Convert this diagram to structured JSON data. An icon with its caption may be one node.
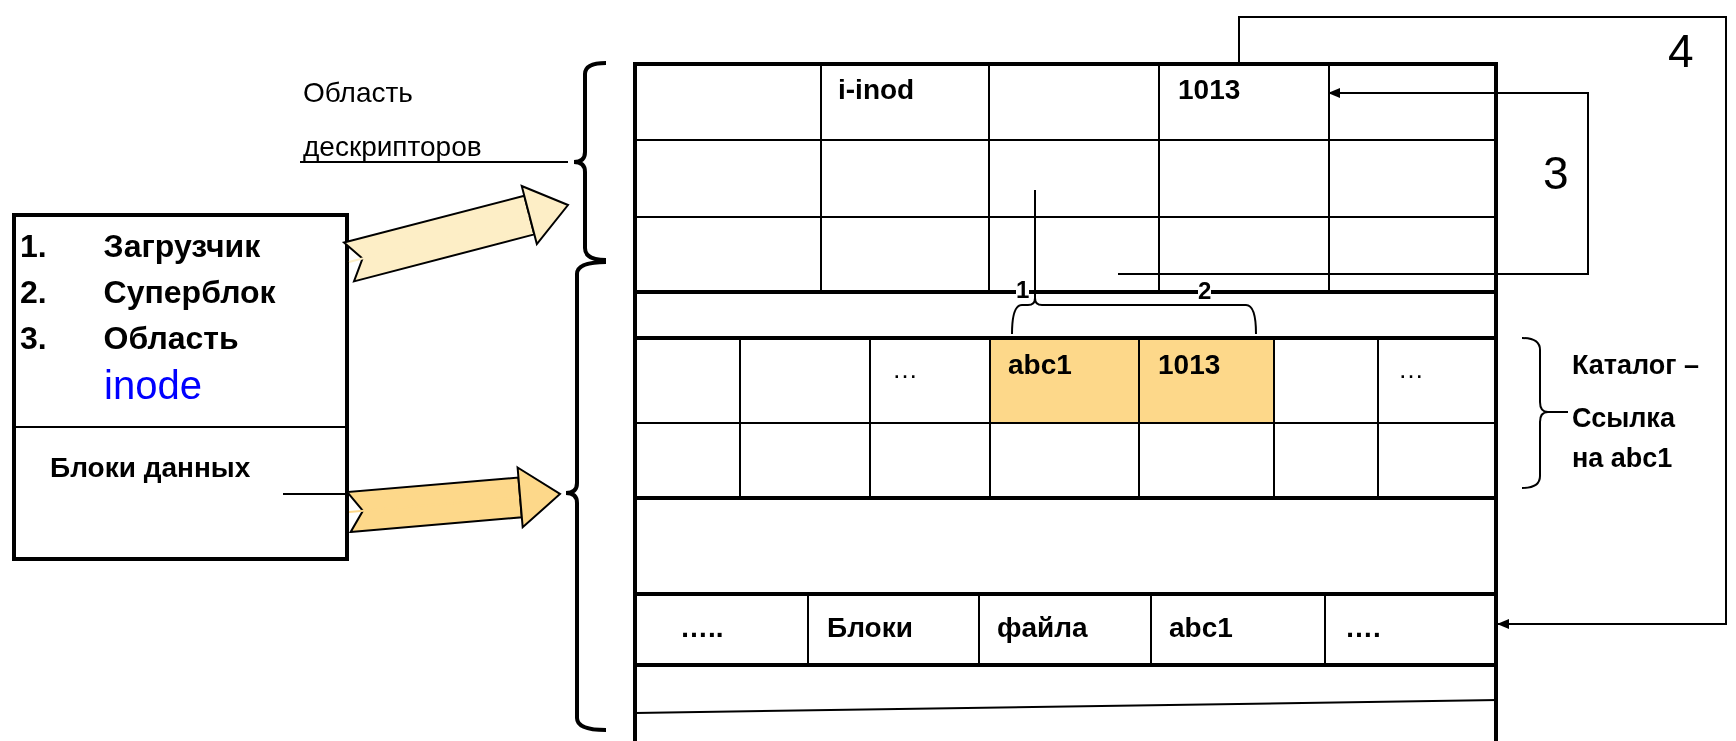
{
  "diagram": {
    "nodes": [
      {
        "text": [],
        "shape": "box"
      },
      {
        "text": [
          "1. Загрузчик",
          "2. Суперблок",
          "3. Область",
          "inode"
        ],
        "in": 0
      },
      {
        "text": [
          "Блоки данных"
        ],
        "in": 0
      },
      {
        "text": [
          "Область дескрипторов"
        ]
      },
      {
        "text": [],
        "shape": "brace"
      },
      {
        "text": [],
        "shape": "brace"
      },
      {
        "text": [],
        "shape": "box"
      },
      {
        "text": [],
        "shape": "box",
        "in": 6
      },
      {
        "text": [
          "i-inod"
        ],
        "in": 7
      },
      {
        "text": [
          "1013"
        ],
        "in": 7
      },
      {
        "text": [],
        "shape": "box",
        "in": 6,
        "beside": [
          "Каталог –",
          "Ссылка на abc1"
        ]
      },
      {
        "text": [
          "…"
        ],
        "in": 10
      },
      {
        "text": [
          "abc1"
        ],
        "in": 10
      },
      {
        "text": [
          "1013"
        ],
        "in": 10
      },
      {
        "text": [
          "…"
        ],
        "in": 10
      },
      {
        "text": [],
        "shape": "box",
        "in": 6
      },
      {
        "text": [
          "….."
        ],
        "in": 15
      },
      {
        "text": [
          "Блоки"
        ],
        "in": 15
      },
      {
        "text": [
          "файла"
        ],
        "in": 15
      },
      {
        "text": [
          "abc1"
        ],
        "in": 15
      },
      {
        "text": [
          "…."
        ],
        "in": 15
      }
    ],
    "edges": [
      {
        "from": 3,
        "to": 4,
        "arrow": "none"
      },
      {
        "from": 1,
        "to": 4,
        "arrow": "to",
        "color": "#fdeec6"
      },
      {
        "from": 2,
        "to": 5,
        "arrow": "to",
        "color": "#fdd88a"
      },
      {
        "from": null,
        "to": 9,
        "arrow": "to",
        "label": "3"
      },
      {
        "from": 9,
        "to": 15,
        "arrow": "to",
        "label": "4"
      }
    ],
    "labels": [
      "1",
      "2"
    ]
  }
}
